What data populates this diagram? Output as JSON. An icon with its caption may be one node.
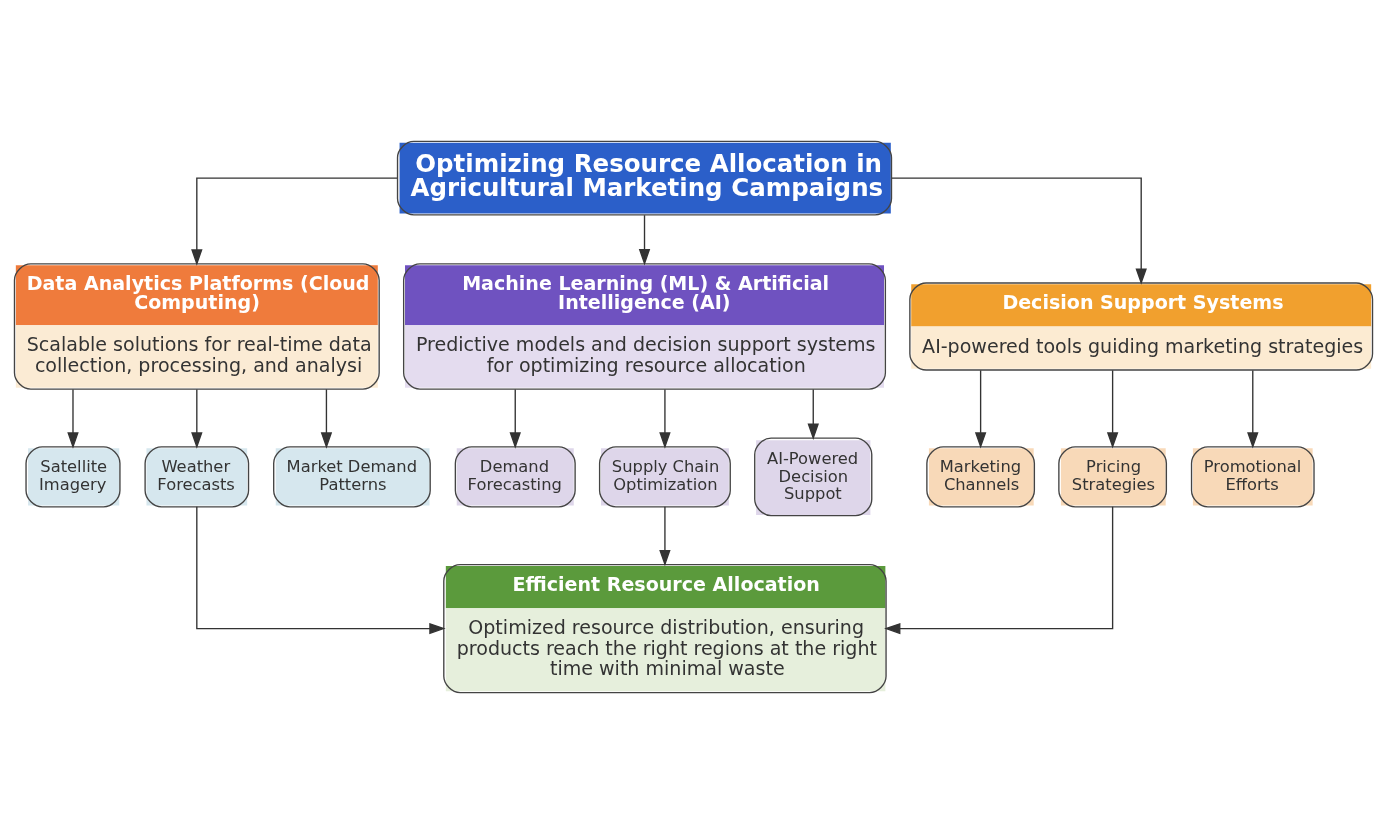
{
  "diagram": {
    "nodes": [
      {
        "text": [
          "Optimizing Resource Allocation in Agricultural Marketing Campaigns"
        ]
      },
      {
        "text": [
          "Data Analytics Platforms (Cloud Computing)",
          "Scalable solutions for real-time data collection, processing, and analysi"
        ]
      },
      {
        "text": [
          "Machine Learning (ML) & Artificial Intelligence (AI)",
          "Predictive models and decision support systems for optimizing resource allocation"
        ]
      },
      {
        "text": [
          "Decision Support Systems",
          "AI-powered tools guiding marketing strategies"
        ]
      },
      {
        "text": [
          "Satellite Imagery"
        ]
      },
      {
        "text": [
          "Weather Forecasts"
        ]
      },
      {
        "text": [
          "Market Demand Patterns"
        ]
      },
      {
        "text": [
          "Demand Forecasting"
        ]
      },
      {
        "text": [
          "Supply Chain Optimization"
        ]
      },
      {
        "text": [
          "AI-Powered Decision Suppot"
        ]
      },
      {
        "text": [
          "Marketing Channels"
        ]
      },
      {
        "text": [
          "Pricing Strategies"
        ]
      },
      {
        "text": [
          "Promotional Efforts"
        ]
      },
      {
        "text": [
          "Efficient Resource Allocation",
          "Optimized resource distribution, ensuring products reach the right regions at the right time with minimal waste"
        ]
      }
    ],
    "edges": [
      {
        "from": 0,
        "to": 1,
        "arrow": "to"
      },
      {
        "from": 0,
        "to": 2,
        "arrow": "to"
      },
      {
        "from": 0,
        "to": 3,
        "arrow": "to"
      },
      {
        "from": 1,
        "to": 4,
        "arrow": "to"
      },
      {
        "from": 1,
        "to": 5,
        "arrow": "to"
      },
      {
        "from": 1,
        "to": 6,
        "arrow": "to"
      },
      {
        "from": 2,
        "to": 7,
        "arrow": "to"
      },
      {
        "from": 2,
        "to": 8,
        "arrow": "to"
      },
      {
        "from": 2,
        "to": 9,
        "arrow": "to"
      },
      {
        "from": 3,
        "to": 10,
        "arrow": "to"
      },
      {
        "from": 3,
        "to": 11,
        "arrow": "to"
      },
      {
        "from": 3,
        "to": 12,
        "arrow": "to"
      },
      {
        "from": 5,
        "to": 13,
        "arrow": "to"
      },
      {
        "from": 8,
        "to": 13,
        "arrow": "to"
      },
      {
        "from": 11,
        "to": 13,
        "arrow": "to"
      }
    ]
  }
}
